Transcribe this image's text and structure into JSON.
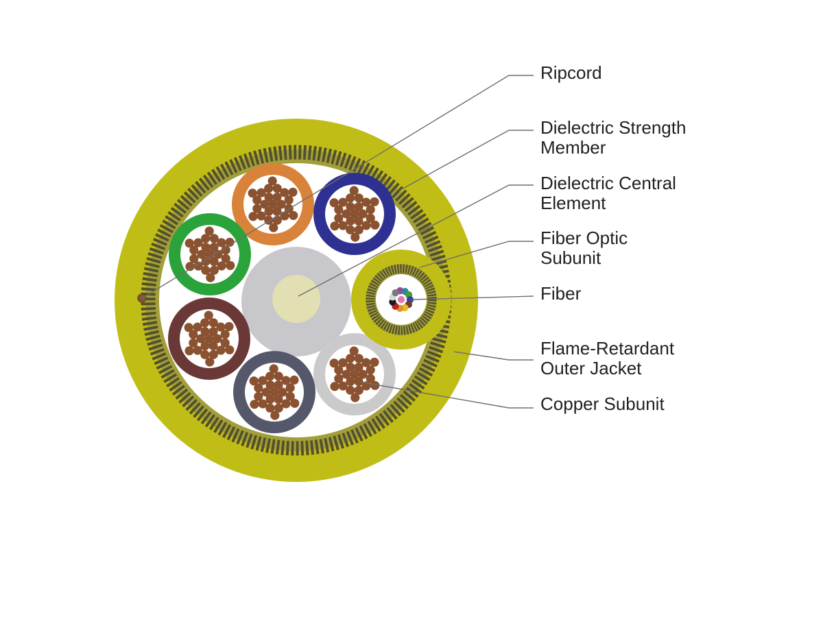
{
  "colors": {
    "jacket": "#c1bd17",
    "strength_member_dark": "#54512a",
    "strength_member_light": "#a29f3a",
    "filler": "#ffffff",
    "central_element_outer": "#c8c7cc",
    "central_element_core": "#e2dfb3",
    "copper_wire": "#8a5230",
    "leader_line": "#6e6e6e",
    "copper_subunit_jackets": [
      "#d9823a",
      "#2e3192",
      "#2aa33a",
      "#6b3838",
      "#55586a",
      "#cacaca"
    ],
    "fiber_colors": [
      "#e07ab0",
      "#a0449a",
      "#2a8a9a",
      "#4a9a3a",
      "#2a4a9a",
      "#7a3a2a",
      "#e0c020",
      "#e09030",
      "#c02020",
      "#1a1a1a",
      "#d8d8d8",
      "#7a7a7a"
    ]
  },
  "labels": [
    {
      "id": "ripcord",
      "lines": [
        "Ripcord"
      ]
    },
    {
      "id": "strength-member",
      "lines": [
        "Dielectric Strength",
        "Member"
      ]
    },
    {
      "id": "central-element",
      "lines": [
        "Dielectric Central",
        "Element"
      ]
    },
    {
      "id": "fiber-subunit",
      "lines": [
        "Fiber Optic",
        "Subunit"
      ]
    },
    {
      "id": "fiber",
      "lines": [
        "Fiber"
      ]
    },
    {
      "id": "outer-jacket",
      "lines": [
        "Flame-Retardant",
        "Outer Jacket"
      ]
    },
    {
      "id": "copper-subunit",
      "lines": [
        "Copper Subunit"
      ]
    }
  ]
}
